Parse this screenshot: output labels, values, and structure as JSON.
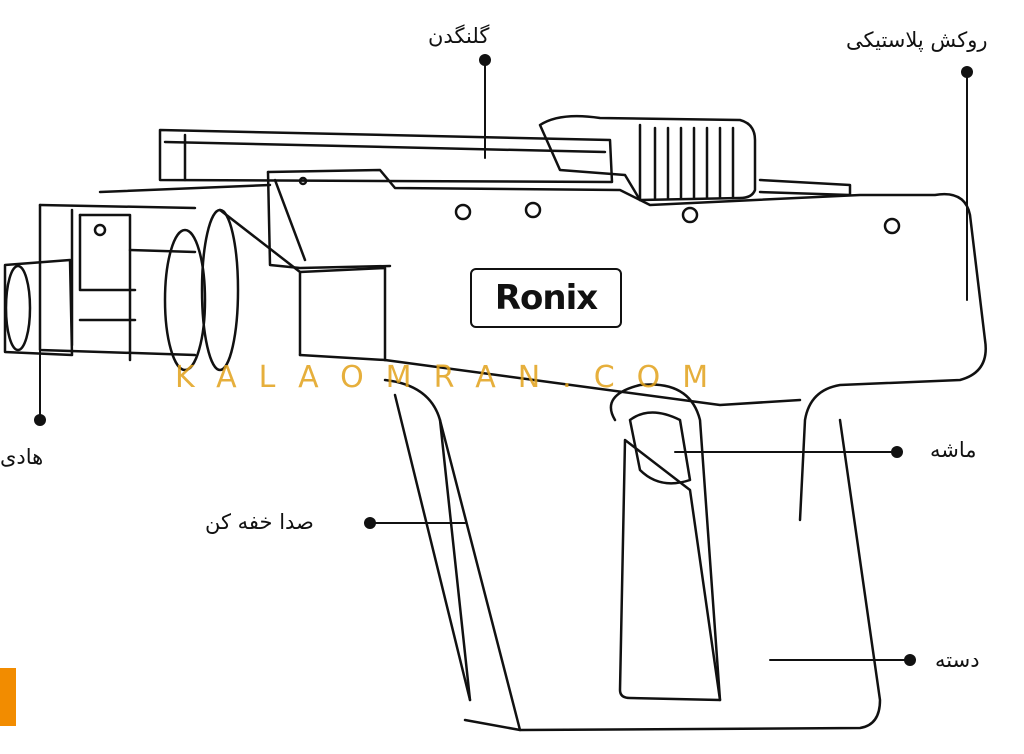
{
  "brand": {
    "name": "Ronix"
  },
  "watermark": "KALAOMRAN.COM",
  "labels": {
    "galangadan": "گلنگدن",
    "rokesh": "روکش پلاستیکی",
    "hadi": "هادی",
    "mashe": "ماشه",
    "sedakhafe": "صدا خفه کن",
    "daste": "دسته"
  },
  "colors": {
    "line": "#111111",
    "watermark": "#e2a21b",
    "accent": "#f28c00"
  }
}
